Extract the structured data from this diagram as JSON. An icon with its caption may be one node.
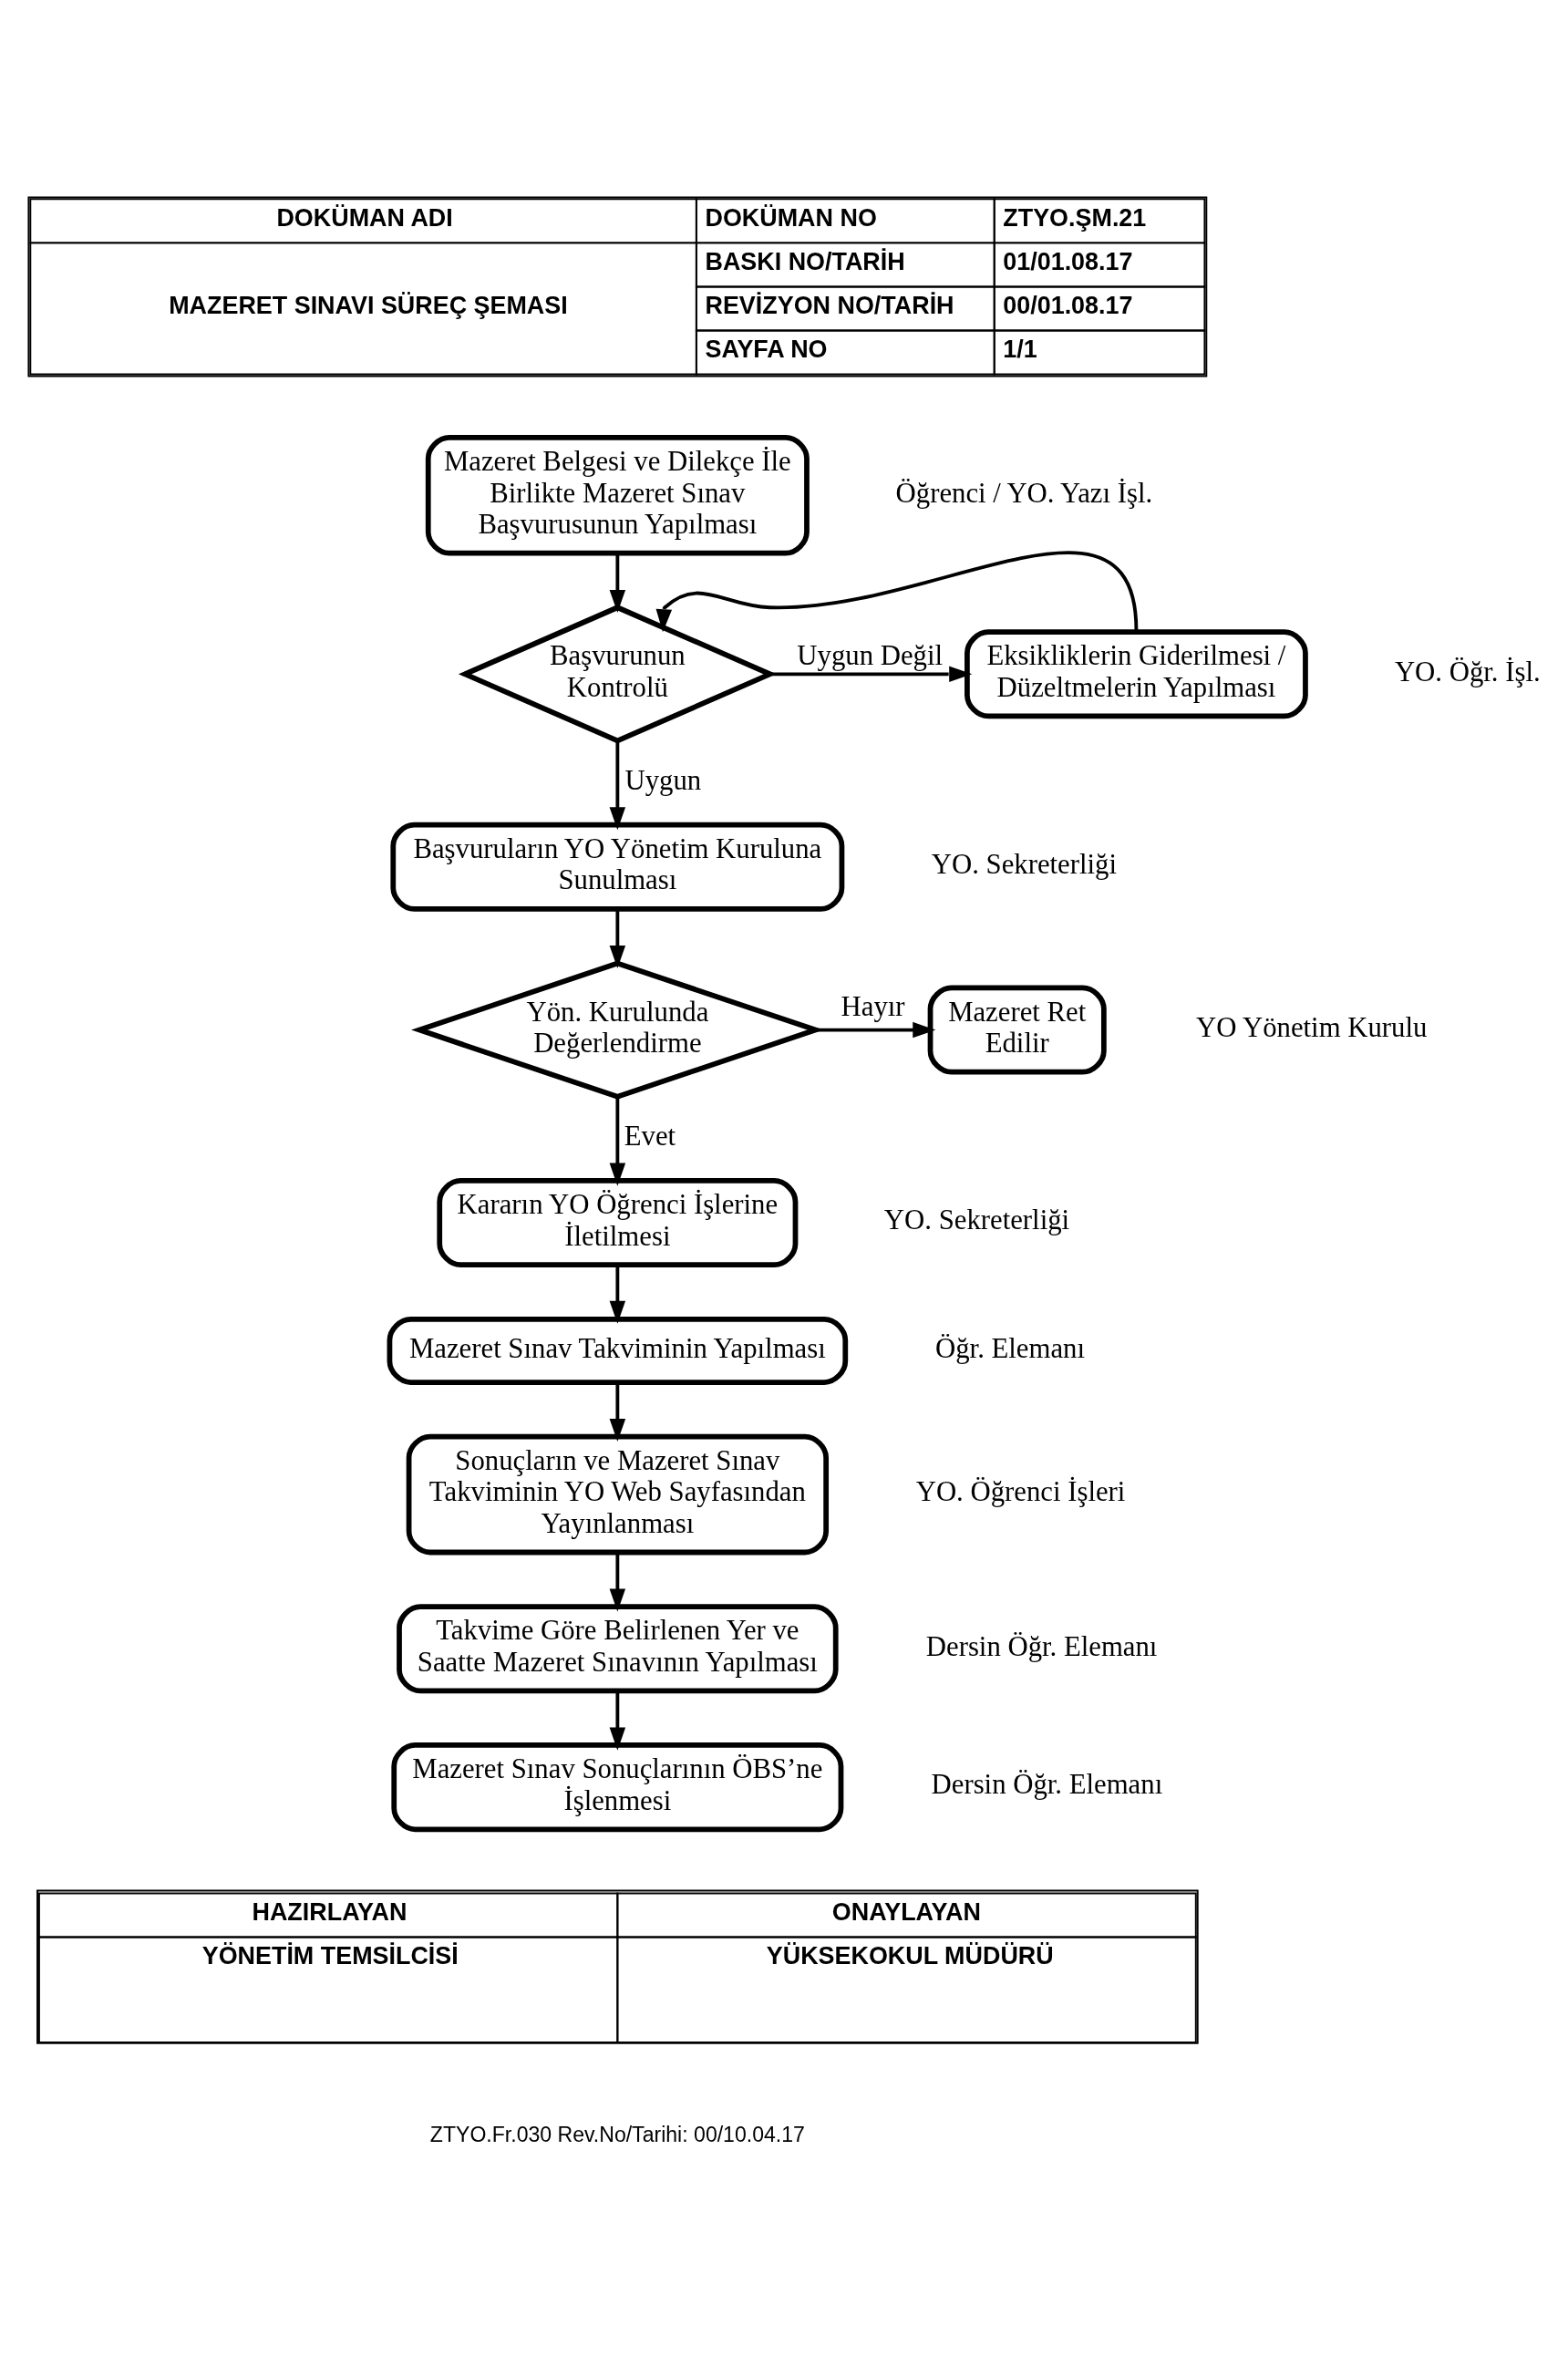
{
  "diagram": {
    "nodes": [
      {
        "text": [
          "Mazeret Belgesi ve Dilekçe İle Birlikte Mazeret Sınav Başvurusunun Yapılması"
        ],
        "beside": [
          "Öğrenci / YO. Yazı İşl."
        ]
      },
      {
        "text": [
          "Başvurunun Kontrolü"
        ]
      },
      {
        "text": [
          "Eksikliklerin Giderilmesi / Düzeltmelerin Yapılması"
        ],
        "beside": [
          "YO. Öğr. İşl."
        ]
      },
      {
        "text": [
          "Başvuruların YO Yönetim Kuruluna Sunulması"
        ],
        "beside": [
          "YO. Sekreterliği"
        ]
      },
      {
        "text": [
          "Yön. Kurulunda Değerlendirme"
        ]
      },
      {
        "text": [
          "Mazeret Ret Edilir"
        ],
        "beside": [
          "YO Yönetim Kurulu"
        ]
      },
      {
        "text": [
          "Kararın YO Öğrenci İşlerine İletilmesi"
        ],
        "beside": [
          "YO. Sekreterliği"
        ]
      },
      {
        "text": [
          "Mazeret Sınav Takviminin Yapılması"
        ],
        "beside": [
          "Öğr. Elemanı"
        ]
      },
      {
        "text": [
          "Sonuçların ve Mazeret Sınav Takviminin YO Web Sayfasından Yayınlanması"
        ],
        "beside": [
          "YO. Öğrenci İşleri"
        ]
      },
      {
        "text": [
          "Takvime Göre Belirlenen Yer ve Saatte Mazeret Sınavının Yapılması"
        ],
        "beside": [
          "Dersin Öğr. Elemanı"
        ]
      },
      {
        "text": [
          "Mazeret Sınav Sonuçlarının ÖBS’ne İşlenmesi"
        ],
        "beside": [
          "Dersin Öğr. Elemanı"
        ]
      }
    ],
    "edges": [
      {
        "from": 0,
        "to": 1,
        "arrow": "to"
      },
      {
        "from": 1,
        "to": 2,
        "arrow": "to",
        "label": "Uygun Değil"
      },
      {
        "from": 2,
        "to": 1,
        "arrow": "to"
      },
      {
        "from": 1,
        "to": 3,
        "arrow": "to",
        "label": "Uygun"
      },
      {
        "from": 3,
        "to": 4,
        "arrow": "to"
      },
      {
        "from": 4,
        "to": 5,
        "arrow": "to",
        "label": "Hayır"
      },
      {
        "from": 4,
        "to": 6,
        "arrow": "to",
        "label": "Evet"
      },
      {
        "from": 6,
        "to": 7,
        "arrow": "to"
      },
      {
        "from": 7,
        "to": 8,
        "arrow": "to"
      },
      {
        "from": 8,
        "to": 9,
        "arrow": "to"
      },
      {
        "from": 9,
        "to": 10,
        "arrow": "to"
      }
    ],
    "labels": [
      "DOKÜMAN ADI",
      "MAZERET SINAVI SÜREÇ ŞEMASI",
      "DOKÜMAN NO",
      "ZTYO.ŞM.21",
      "BASKI NO/TARİH",
      "01/01.08.17",
      "REVİZYON NO/TARİH",
      "00/01.08.17",
      "SAYFA NO",
      "1/1",
      "HAZIRLAYAN",
      "ONAYLAYAN",
      "YÖNETİM TEMSİLCİSİ",
      "YÜKSEKOKUL MÜDÜRÜ",
      "ZTYO.Fr.030 Rev.No/Tarihi: 00/10.04.17"
    ]
  }
}
